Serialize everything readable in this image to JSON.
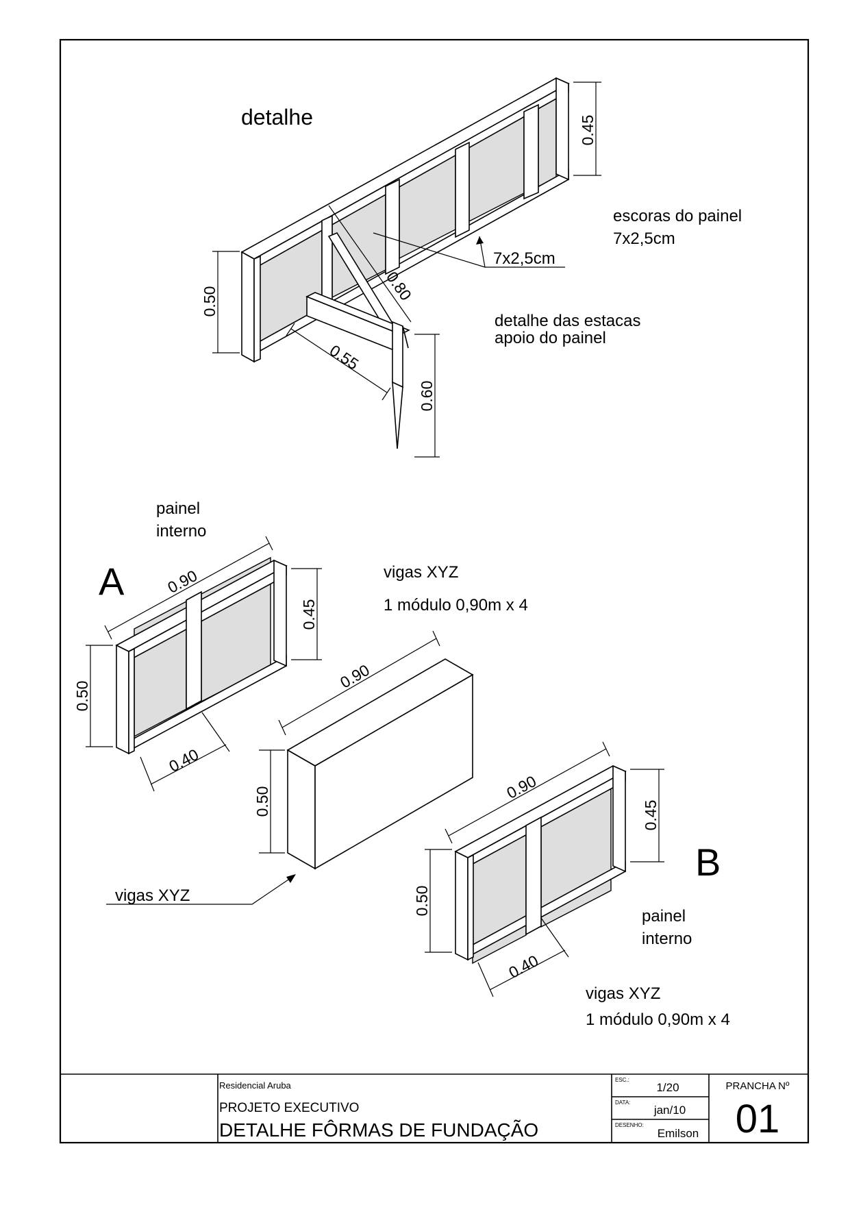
{
  "labels": {
    "detalhe": "detalhe",
    "escoras_line1": "escoras do painel",
    "escoras_line2": "7x2,5cm",
    "section": "7x2,5cm",
    "estacas_line1": "detalhe das estacas",
    "estacas_line2": "apoio do painel",
    "painel_a_line1": "painel",
    "painel_a_line2": "interno",
    "letter_a": "A",
    "vigas_a_line1": "vigas XYZ",
    "vigas_a_line2": "1 módulo 0,90m x 4",
    "vigas_pointer": "vigas XYZ",
    "letter_b": "B",
    "painel_b_line1": "painel",
    "painel_b_line2": "interno",
    "vigas_b_line1": "vigas XYZ",
    "vigas_b_line2": "1 módulo 0,90m x 4"
  },
  "dimensions": {
    "top_height_right": "0.45",
    "top_height_left": "0.50",
    "top_brace": "0.80",
    "top_stake_base": "0.55",
    "top_stake_height": "0.60",
    "a_length": "0.90",
    "a_height_right": "0.45",
    "a_height_left": "0.50",
    "a_base": "0.40",
    "beam_length": "0.90",
    "beam_height": "0.50",
    "b_length": "0.90",
    "b_height_right": "0.45",
    "b_height_left": "0.50",
    "b_base": "0.40"
  },
  "title_block": {
    "project": "Residencial Aruba",
    "phase": "PROJETO EXECUTIVO",
    "title": "DETALHE FÔRMAS DE FUNDAÇÃO",
    "esc_label": "ESC.:",
    "esc_value": "1/20",
    "data_label": "DATA:",
    "data_value": "jan/10",
    "desenho_label": "DESENHO:",
    "desenho_value": "Emilson",
    "prancha_label": "PRANCHA Nº",
    "prancha_value": "01"
  }
}
